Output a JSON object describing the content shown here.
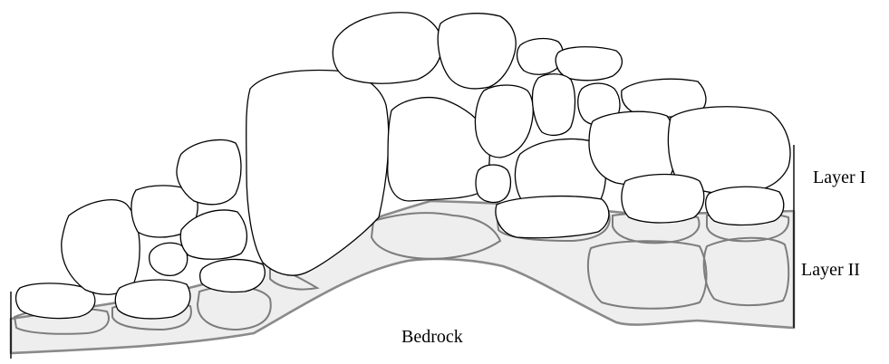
{
  "labels": {
    "layer_1": "Layer I",
    "layer_2": "Layer II",
    "bedrock": "Bedrock"
  },
  "colors": {
    "stone_outline": "#000000",
    "stone_fill": "#ffffff",
    "layer2_fill": "#eeeeee",
    "layer2_outline": "#8a8a8a",
    "buried_stone_outline": "#7d7d7d"
  }
}
